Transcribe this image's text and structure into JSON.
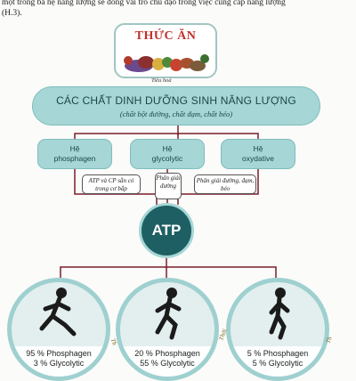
{
  "intro_text": "một trong ba hệ năng lượng sẽ đóng vai trò chủ đạo trong việc cung cấp năng lượng",
  "intro_text_2": "(H.3).",
  "food": {
    "title": "THỨC ĂN"
  },
  "digestion_label": "Tiêu hoá",
  "nutrients": {
    "title": "CÁC CHẤT DINH DƯỠNG SINH NĂNG LƯỢNG",
    "subtitle": "(chất bột đường, chất đạm, chất béo)"
  },
  "systems": [
    {
      "line1": "Hệ",
      "line2": "phosphagen"
    },
    {
      "line1": "Hệ",
      "line2": "glycolytic"
    },
    {
      "line1": "Hệ",
      "line2": "oxydative"
    }
  ],
  "notes": {
    "left": "ATP và CP sẵn có trong cơ bắp",
    "mid": "Phân giải đường",
    "right": "Phân giải đường, đạm, béo"
  },
  "atp_label": "ATP",
  "activities": [
    {
      "ratios": [
        "95 % Phosphagen",
        "3 % Glycolytic"
      ],
      "side_label": "Th"
    },
    {
      "ratios": [
        "20 % Phosphagen",
        "55 % Glycolytic"
      ],
      "side_label": "Thời"
    },
    {
      "ratios": [
        "5 % Phosphagen",
        "5 % Glycolytic"
      ],
      "side_label": "Th"
    }
  ],
  "colors": {
    "box_fill": "#a6d6d6",
    "atp_fill": "#1e5f63",
    "connector": "#7a1e2b",
    "title_red": "#c0312b"
  },
  "icons": [
    "food-image",
    "runner-figure"
  ]
}
